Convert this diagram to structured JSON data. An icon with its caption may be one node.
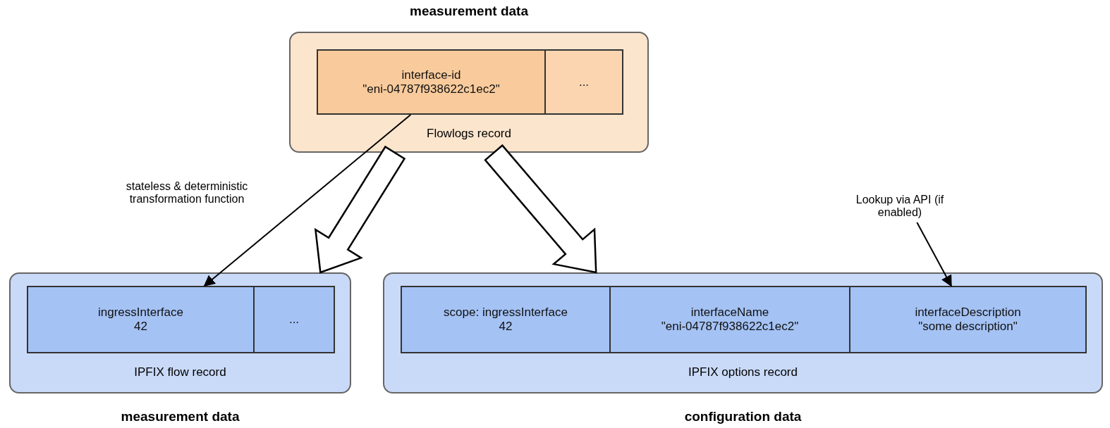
{
  "diagram": {
    "nodes": [
      {
        "text": [
          "measurement data",
          "Flowlogs record"
        ]
      },
      {
        "text": [
          "interface-id",
          "\"eni-04787f938622c1ec2\""
        ],
        "in": 0
      },
      {
        "text": [
          "..."
        ],
        "in": 0
      },
      {
        "text": [
          "IPFIX flow record",
          "measurement data"
        ]
      },
      {
        "text": [
          "ingressInterface",
          "42"
        ],
        "in": 3
      },
      {
        "text": [
          "..."
        ],
        "in": 3
      },
      {
        "text": [
          "IPFIX options record",
          "configuration data"
        ]
      },
      {
        "text": [
          "scope: ingressInterface",
          "42"
        ],
        "in": 6
      },
      {
        "text": [
          "interfaceName",
          "\"eni-04787f938622c1ec2\""
        ],
        "in": 6
      },
      {
        "text": [
          "interfaceDescription",
          "\"some description\""
        ],
        "in": 6
      },
      {
        "text": [
          "Lookup via API (if enabled)"
        ]
      }
    ],
    "edges": [
      {
        "from": 1,
        "to": 4,
        "arrow": "to",
        "label": "stateless & deterministic transformation function"
      },
      {
        "from": 0,
        "to": 3,
        "arrow": "to",
        "style": "thick"
      },
      {
        "from": 0,
        "to": 6,
        "arrow": "to",
        "style": "thick"
      },
      {
        "from": 10,
        "to": 9,
        "arrow": "to"
      }
    ]
  }
}
